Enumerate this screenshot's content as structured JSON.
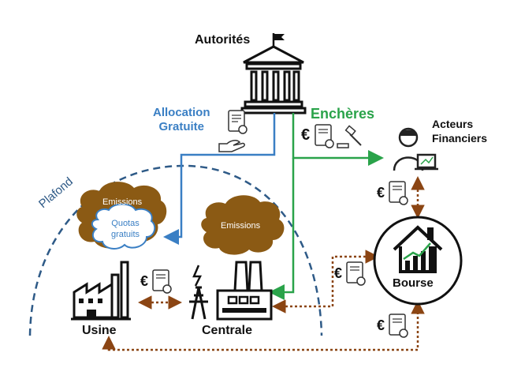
{
  "labels": {
    "authorities": "Autorités",
    "allocation_line1": "Allocation",
    "allocation_line2": "Gratuite",
    "auctions": "Enchères",
    "financial_line1": "Acteurs",
    "financial_line2": "Financiers",
    "cap": "Plafond",
    "emissions_factory": "Emissions",
    "free_quota_line1": "Quotas",
    "free_quota_line2": "gratuits",
    "emissions_plant": "Emissions",
    "factory": "Usine",
    "power_plant": "Centrale",
    "exchange": "Bourse",
    "euro": "€"
  },
  "colors": {
    "allocation": "#3a7fc4",
    "auctions": "#2aa34a",
    "trade": "#8b4513",
    "cap": "#2e5a87",
    "cloud": "#8b5a14",
    "ink": "#111111"
  }
}
